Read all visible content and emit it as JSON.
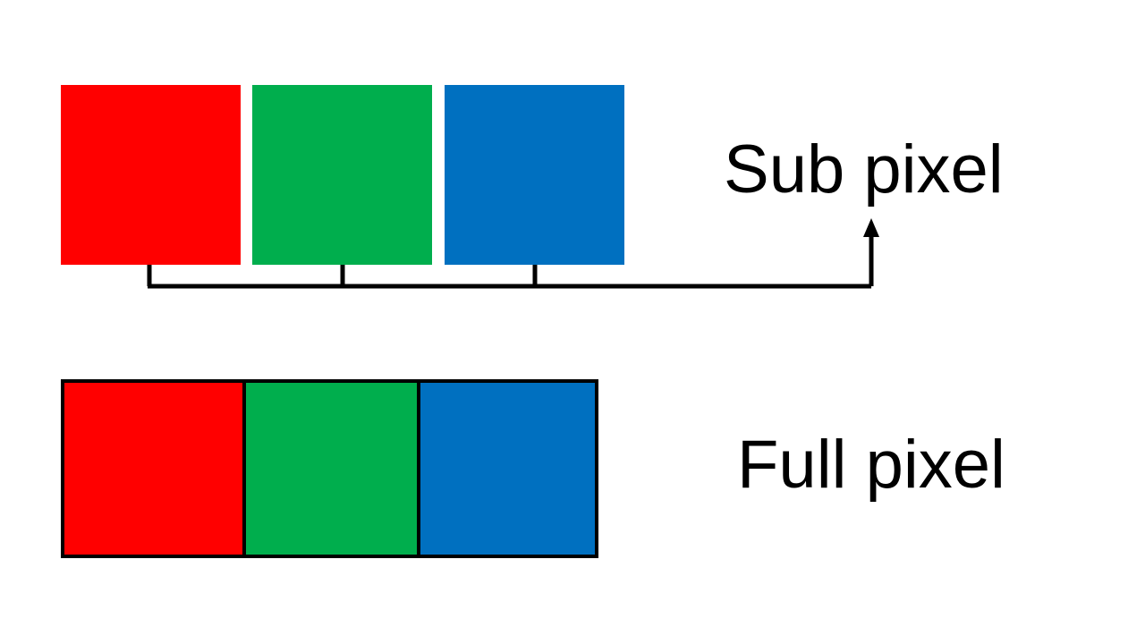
{
  "figure": {
    "title": "Sub pixel versus Full pixel illustration",
    "background_color": "#FFFFFF",
    "stroke_color": "#000000"
  },
  "colors": {
    "red": "#FF0000",
    "green": "#00AE4D",
    "blue": "#0070C0",
    "outline": "#000000"
  },
  "sub_pixel_row": {
    "label": "Sub pixel",
    "description": "Three separated color squares representing individual sub pixels",
    "swatches": [
      {
        "name": "red-subpixel",
        "color_name": "red",
        "color": "#FF0000"
      },
      {
        "name": "green-subpixel",
        "color_name": "green",
        "color": "#00AE4D"
      },
      {
        "name": "blue-subpixel",
        "color_name": "blue",
        "color": "#0070C0"
      }
    ]
  },
  "full_pixel_row": {
    "label": "Full pixel",
    "description": "Three adjacent color bands outlined as one full pixel",
    "swatches": [
      {
        "name": "red-band",
        "color_name": "red",
        "color": "#FF0000"
      },
      {
        "name": "green-band",
        "color_name": "green",
        "color": "#00AE4D"
      },
      {
        "name": "blue-band",
        "color_name": "blue",
        "color": "#0070C0"
      }
    ]
  },
  "connector": {
    "name": "brace-to-sub-pixel-label",
    "arrow_direction": "up",
    "leaders": 3
  }
}
